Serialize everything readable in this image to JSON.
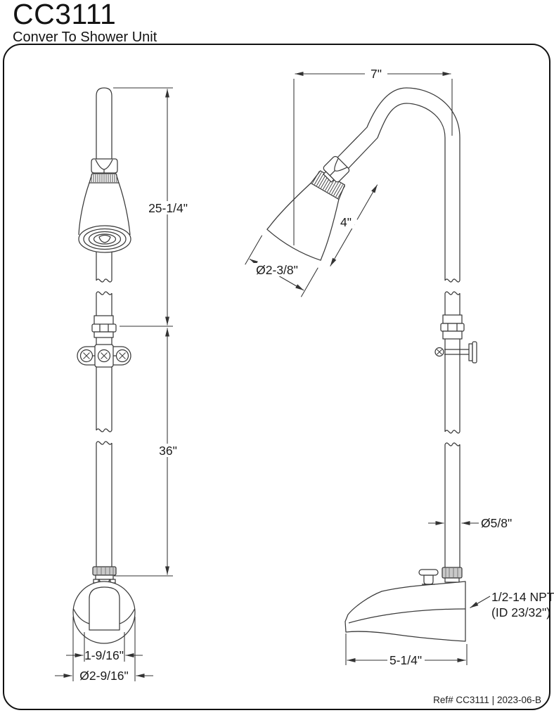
{
  "header": {
    "model": "CC3111",
    "subtitle": "Conver To Shower Unit"
  },
  "views": {
    "front": {
      "dims": {
        "head_to_coupling": "25-1/4\"",
        "coupling_to_spout": "36\"",
        "spout_opening_width": "1-9/16\"",
        "spout_flange_diameter": "Ø2-9/16\""
      }
    },
    "side": {
      "dims": {
        "reach": "7\"",
        "head_length": "4\"",
        "head_face_diameter": "Ø2-3/8\"",
        "pipe_diameter": "Ø5/8\"",
        "spout_length": "5-1/4\"",
        "thread_spec_line1": "1/2-14 NPT",
        "thread_spec_line2": "(ID 23/32\")"
      }
    }
  },
  "footer": {
    "reference": "Ref# CC3111 | 2023-06-B"
  }
}
